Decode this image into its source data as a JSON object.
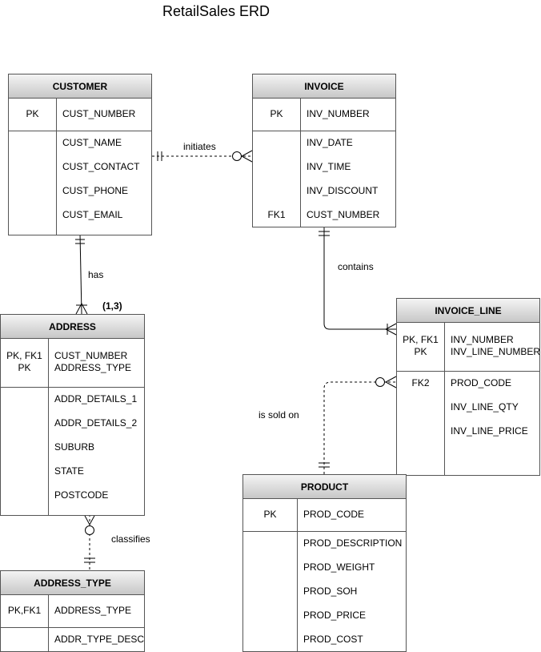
{
  "title": "RetailSales ERD",
  "entities": {
    "customer": {
      "name": "CUSTOMER",
      "pk_keys": [
        "PK"
      ],
      "pk_attrs": [
        "CUST_NUMBER"
      ],
      "attr_keys": [
        "",
        "",
        "",
        ""
      ],
      "attrs": [
        "CUST_NAME",
        "CUST_CONTACT",
        "CUST_PHONE",
        "CUST_EMAIL"
      ]
    },
    "invoice": {
      "name": "INVOICE",
      "pk_keys": [
        "PK"
      ],
      "pk_attrs": [
        "INV_NUMBER"
      ],
      "attr_keys": [
        "",
        "",
        "",
        "FK1"
      ],
      "attrs": [
        "INV_DATE",
        "INV_TIME",
        "INV_DISCOUNT",
        "CUST_NUMBER"
      ]
    },
    "address": {
      "name": "ADDRESS",
      "pk_keys": [
        "PK, FK1",
        "PK"
      ],
      "pk_attrs": [
        "CUST_NUMBER",
        "ADDRESS_TYPE"
      ],
      "attr_keys": [
        "",
        "",
        "",
        "",
        ""
      ],
      "attrs": [
        "ADDR_DETAILS_1",
        "ADDR_DETAILS_2",
        "SUBURB",
        "STATE",
        "POSTCODE"
      ]
    },
    "invoice_line": {
      "name": "INVOICE_LINE",
      "pk_keys": [
        "PK, FK1",
        "PK"
      ],
      "pk_attrs": [
        "INV_NUMBER",
        "INV_LINE_NUMBER"
      ],
      "attr_keys": [
        "FK2",
        "",
        ""
      ],
      "attrs": [
        "PROD_CODE",
        "INV_LINE_QTY",
        "INV_LINE_PRICE"
      ]
    },
    "product": {
      "name": "PRODUCT",
      "pk_keys": [
        "PK"
      ],
      "pk_attrs": [
        "PROD_CODE"
      ],
      "attr_keys": [
        "",
        "",
        "",
        "",
        ""
      ],
      "attrs": [
        "PROD_DESCRIPTION",
        "PROD_WEIGHT",
        "PROD_SOH",
        "PROD_PRICE",
        "PROD_COST"
      ]
    },
    "address_type": {
      "name": "ADDRESS_TYPE",
      "pk_keys": [
        "PK,FK1"
      ],
      "pk_attrs": [
        "ADDRESS_TYPE"
      ],
      "attr_keys": [
        ""
      ],
      "attrs": [
        "ADDR_TYPE_DESC"
      ]
    }
  },
  "relationships": {
    "initiates": "initiates",
    "has": "has",
    "has_cardinality": "(1,3)",
    "contains": "contains",
    "is_sold_on": "is sold on",
    "classifies": "classifies"
  }
}
